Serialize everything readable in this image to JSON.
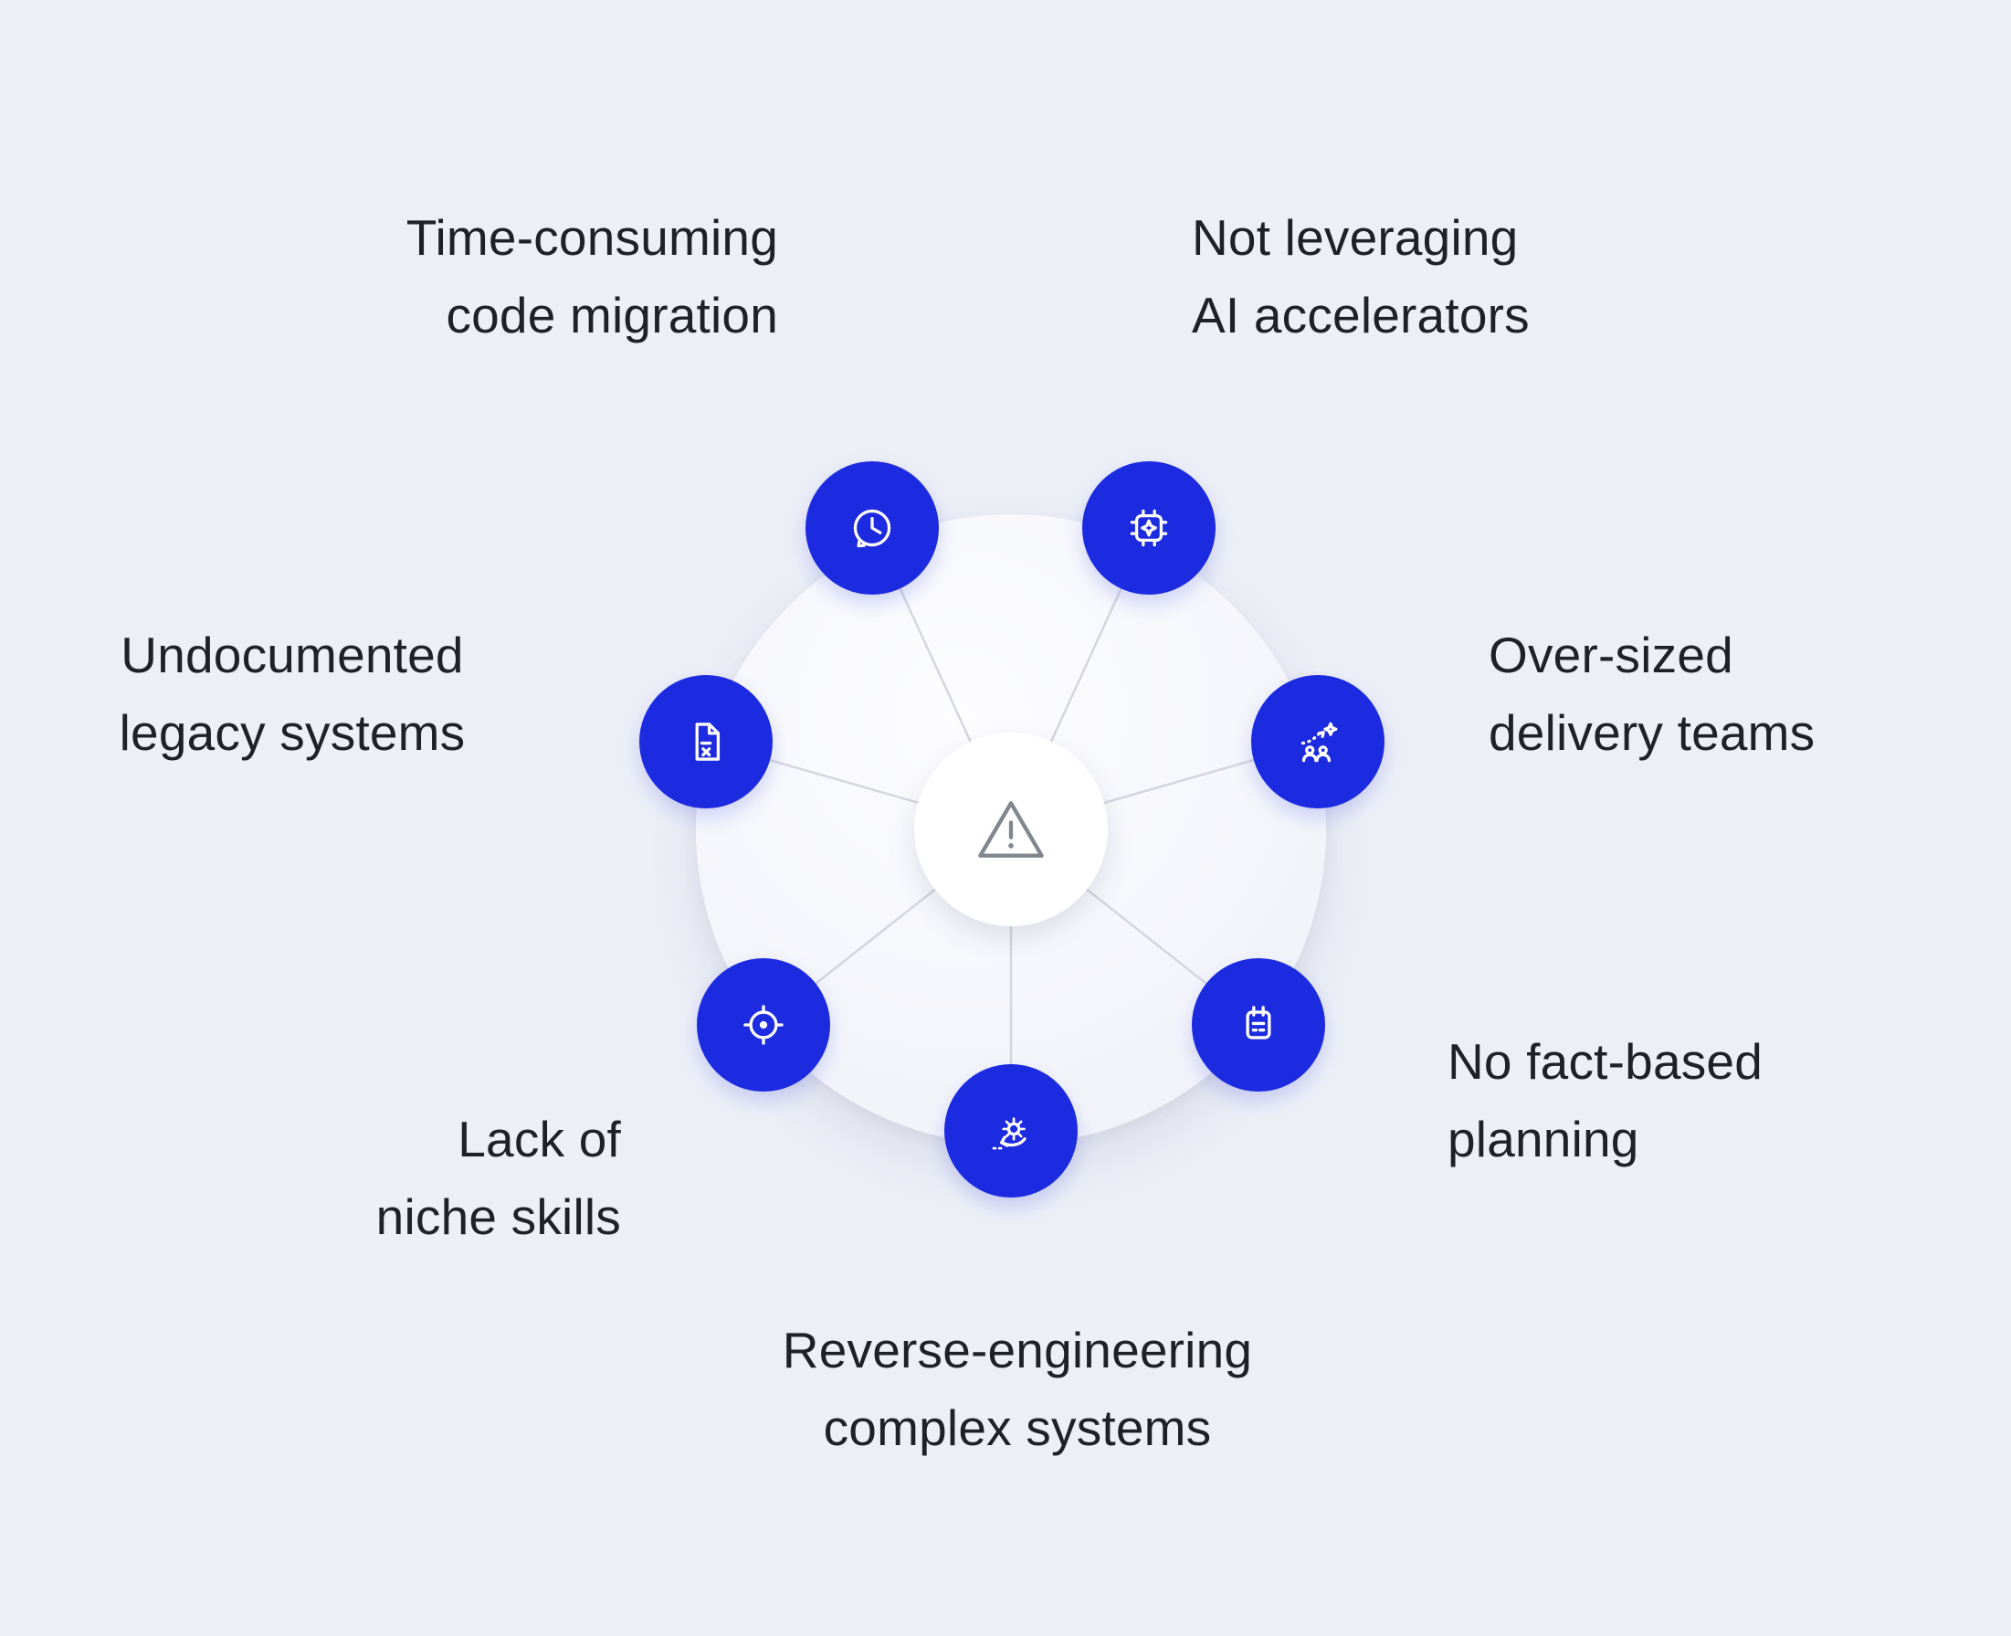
{
  "diagram": {
    "type": "hub-and-spoke",
    "center": {
      "icon": "warning-icon",
      "meaning": "risk / challenge"
    },
    "items": [
      {
        "id": "time-consuming-code-migration",
        "label": "Time-consuming\ncode migration",
        "icon": "clock-history-icon"
      },
      {
        "id": "not-leveraging-ai-accelerators",
        "label": "Not leveraging\nAI accelerators",
        "icon": "ai-chip-icon"
      },
      {
        "id": "undocumented-legacy-systems",
        "label": "Undocumented\nlegacy systems",
        "icon": "document-icon"
      },
      {
        "id": "over-sized-delivery-teams",
        "label": "Over-sized\ndelivery teams",
        "icon": "team-icon"
      },
      {
        "id": "lack-of-niche-skills",
        "label": "Lack of\nniche skills",
        "icon": "target-icon"
      },
      {
        "id": "no-fact-based-planning",
        "label": "No fact-based\nplanning",
        "icon": "calendar-icon"
      },
      {
        "id": "reverse-engineering-complex-systems",
        "label": "Reverse-engineering\ncomplex systems",
        "icon": "reverse-gear-icon"
      }
    ],
    "colors": {
      "background": "#edeff7",
      "node_blue": "#1c2ae0",
      "spoke_grey": "#d4d6de",
      "text": "#1e2126",
      "icon_stroke": "#ffffff",
      "warning_grey": "#82878f",
      "hub_fill": "#f7f8fc"
    }
  }
}
